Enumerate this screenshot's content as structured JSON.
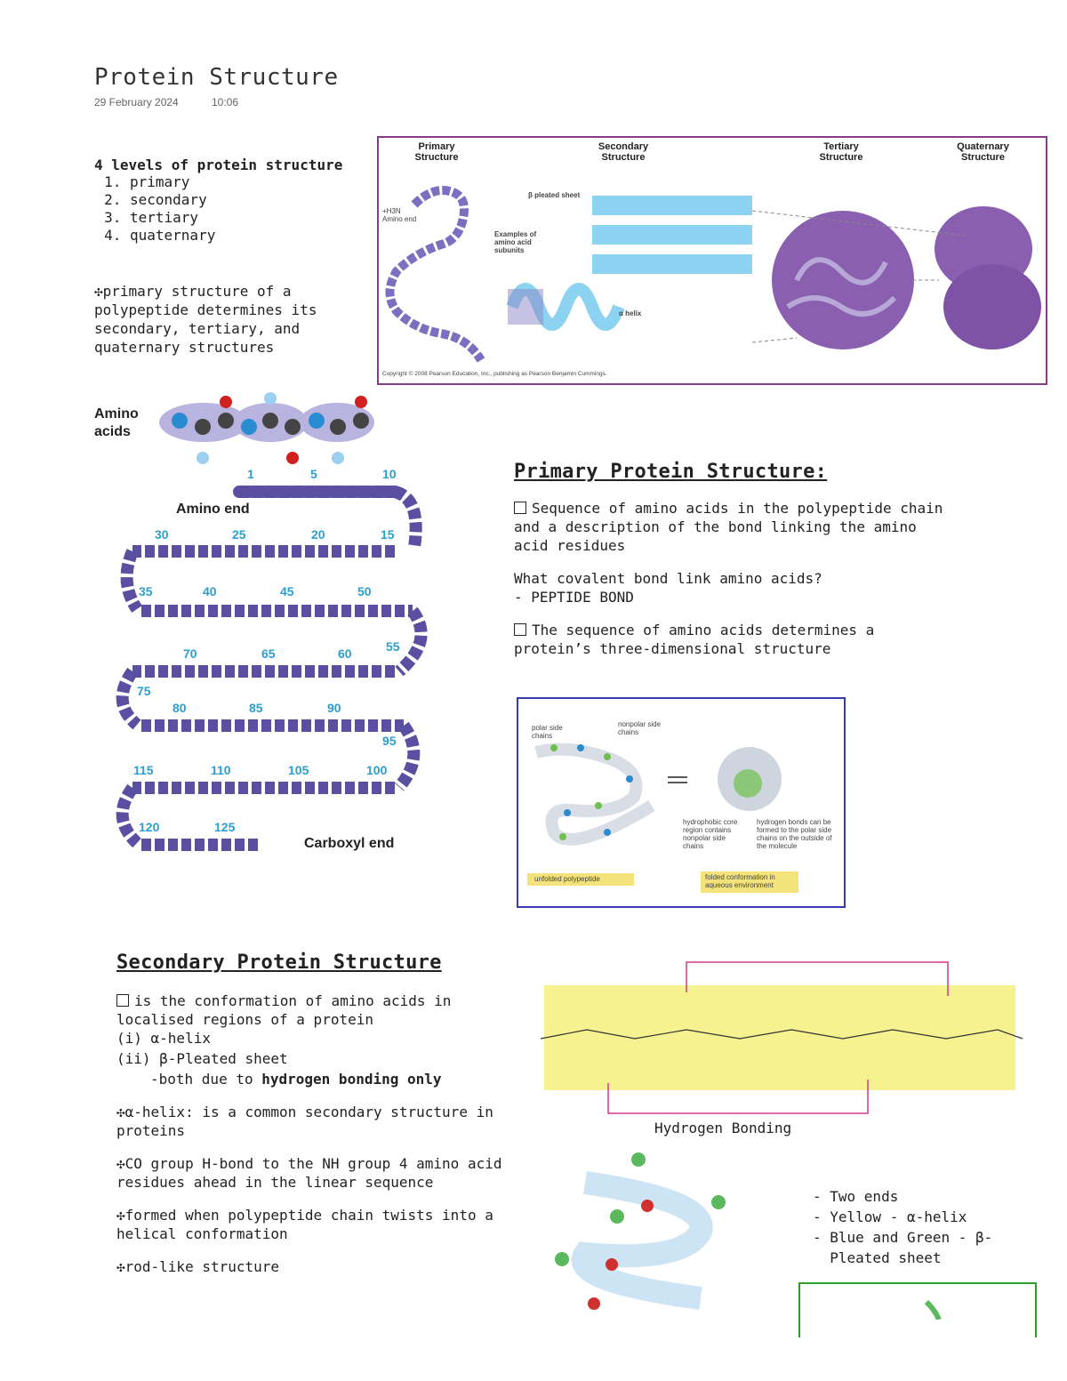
{
  "note": {
    "title": "Protein Structure",
    "date": "29 February 2024",
    "time": "10:06"
  },
  "levels": {
    "heading": "4 levels of protein structure",
    "items": [
      "primary",
      "secondary",
      "tertiary",
      "quaternary"
    ],
    "note": "✣primary structure of a polypeptide determines its secondary, tertiary, and quaternary structures"
  },
  "fig_levels": {
    "cols": [
      "Primary Structure",
      "Secondary Structure",
      "Tertiary Structure",
      "Quaternary Structure"
    ],
    "amino_end": "+H3N Amino end",
    "examples": "Examples of amino acid subunits",
    "beta": "β pleated sheet",
    "alpha": "α helix",
    "copyright": "Copyright © 2008 Pearson Education, Inc., publishing as Pearson Benjamin Cummings."
  },
  "fig_sequence": {
    "amino_acids": "Amino acids",
    "amino_end": "Amino end",
    "carboxyl_end": "Carboxyl end",
    "numbers": [
      "1",
      "5",
      "10",
      "15",
      "20",
      "25",
      "30",
      "35",
      "40",
      "45",
      "50",
      "55",
      "60",
      "65",
      "70",
      "75",
      "80",
      "85",
      "90",
      "95",
      "100",
      "105",
      "110",
      "115",
      "120",
      "125"
    ]
  },
  "primary": {
    "heading": "Primary Protein Structure:",
    "p1": "Sequence of amino acids in the polypeptide chain and a description of the bond linking the amino acid residues",
    "q": "What covalent bond link amino acids?",
    "a": "- PEPTIDE BOND",
    "p2": "The sequence of amino acids determines a protein’s three-dimensional structure"
  },
  "fig_fold": {
    "polar": "polar side chains",
    "nonpolar": "nonpolar side chains",
    "hydrophobic": "hydrophobic core region contains nonpolar side chains",
    "hbonds": "hydrogen bonds can be formed to the polar side chains on the outside of the molecule",
    "unfolded": "unfolded polypeptide",
    "folded": "folded conformation in aqueous environment"
  },
  "secondary": {
    "heading": "Secondary Protein Structure",
    "p1": "is the conformation of amino acids in localised regions of a protein",
    "i": "(i) α-helix",
    "ii": "(ii) β-Pleated sheet",
    "both_prefix": "-both due to ",
    "both_bold": "hydrogen bonding only",
    "n1": "✣α-helix: is a common secondary structure in proteins",
    "n2": "✣CO group H-bond to the NH group 4 amino acid residues ahead in the linear sequence",
    "n3": "✣formed when polypeptide chain twists into a helical conformation",
    "n4": "✣rod-like structure"
  },
  "hbond": {
    "caption": "Hydrogen Bonding"
  },
  "legend": {
    "items": [
      "- Two ends",
      "- Yellow - α-helix",
      "- Blue and Green - β-",
      "  Pleated sheet"
    ]
  }
}
